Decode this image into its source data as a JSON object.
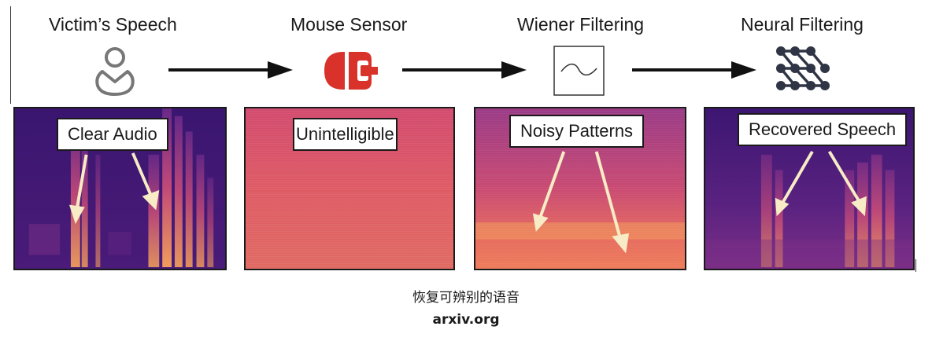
{
  "stages": [
    {
      "title": "Victim’s Speech",
      "icon": "user-icon"
    },
    {
      "title": "Mouse Sensor",
      "icon": "mouse-icon"
    },
    {
      "title": "Wiener Filtering",
      "icon": "filter-wave-icon"
    },
    {
      "title": "Neural Filtering",
      "icon": "neural-network-icon"
    }
  ],
  "panels": [
    {
      "label": "Clear Audio"
    },
    {
      "label": "Unintelligible"
    },
    {
      "label": "Noisy Patterns"
    },
    {
      "label": "Recovered Speech"
    }
  ],
  "caption": "恢复可辨别的语音",
  "source": "arxiv.org",
  "colors": {
    "spectrogram_dark": "#3a1670",
    "spectrogram_mid": "#d0506a",
    "spectrogram_bright": "#f6b46a",
    "mouse_red": "#d8322a",
    "arrow": "#111111",
    "annotation_arrow": "#f7ecc6"
  }
}
